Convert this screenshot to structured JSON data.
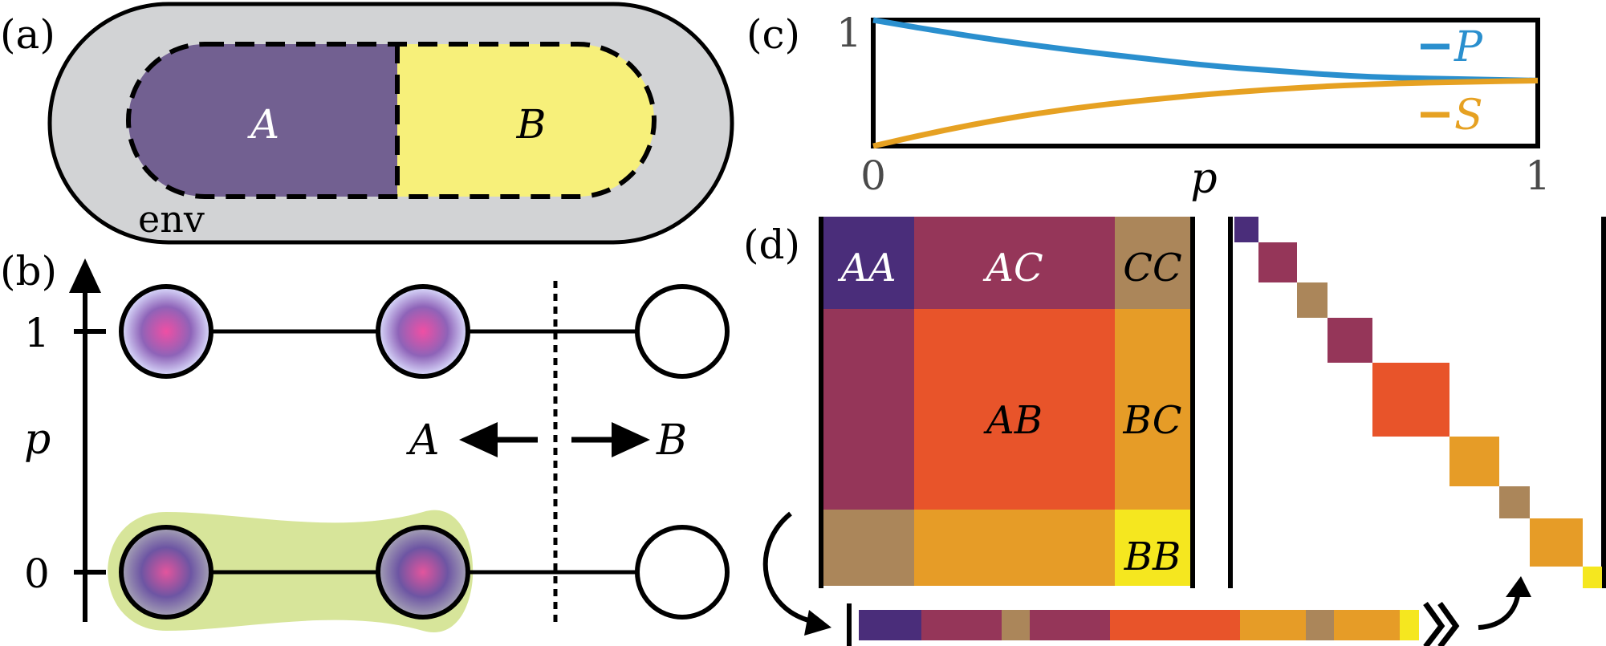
{
  "panels": {
    "a": {
      "tag": "(a)",
      "region_a": "A",
      "region_b": "B",
      "env_label": "env"
    },
    "b": {
      "tag": "(b)",
      "axis_label": "p",
      "tick_top": "1",
      "tick_bottom": "0",
      "arrow_left_label": "A",
      "arrow_right_label": "B"
    },
    "c": {
      "tag": "(c)",
      "tick_y_top": "1",
      "tick_x_left": "0",
      "tick_x_right": "1",
      "xlabel": "p",
      "legend": [
        "P",
        "S"
      ]
    },
    "d": {
      "tag": "(d)",
      "block_labels": {
        "aa": "AA",
        "ac": "AC",
        "cc": "CC",
        "ab": "AB",
        "bc": "BC",
        "bb": "BB"
      }
    }
  },
  "colors": {
    "P_line": "#2a8fce",
    "S_line": "#e6a122",
    "AA": "#4a2d7a",
    "AC": "#953659",
    "CC": "#ab865a",
    "AB": "#e8542a",
    "BC": "#e69c27",
    "BB": "#f5e71f",
    "region_a": "#726091",
    "region_b": "#f7f07a",
    "env": "#d2d3d5",
    "blob": "#d7e59a"
  },
  "chart_data": {
    "type": "line",
    "xlabel": "p",
    "ylabel": "",
    "xlim": [
      0,
      1
    ],
    "ylim": [
      0,
      1
    ],
    "series": [
      {
        "name": "P",
        "x": [
          0,
          0.1,
          0.2,
          0.3,
          0.4,
          0.5,
          0.6,
          0.7,
          0.8,
          0.9,
          1.0
        ],
        "values": [
          1.0,
          0.91,
          0.83,
          0.76,
          0.7,
          0.64,
          0.6,
          0.56,
          0.54,
          0.53,
          0.52
        ]
      },
      {
        "name": "S",
        "x": [
          0,
          0.1,
          0.2,
          0.3,
          0.4,
          0.5,
          0.6,
          0.7,
          0.8,
          0.9,
          1.0
        ],
        "values": [
          0.0,
          0.12,
          0.22,
          0.3,
          0.36,
          0.41,
          0.45,
          0.48,
          0.5,
          0.51,
          0.52
        ]
      }
    ]
  }
}
